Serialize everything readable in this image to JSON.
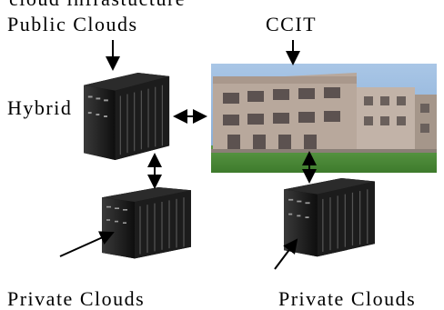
{
  "labels": {
    "top_cut": "cloud infrastucture",
    "public_clouds": "Public Clouds",
    "ccit": "CCIT",
    "hybrid": "Hybrid",
    "private_clouds_left": "Private Clouds",
    "private_clouds_right": "Private Clouds"
  },
  "colors": {
    "server_body": "#1a1a1a",
    "server_front": "#333333",
    "building_wall": "#b8a89c",
    "sky": "#8fb3d9",
    "grass": "#4f8a3a",
    "arrow": "#000000"
  }
}
